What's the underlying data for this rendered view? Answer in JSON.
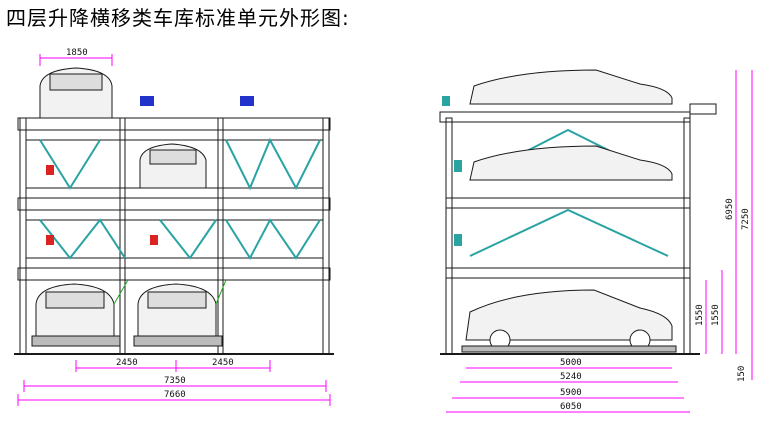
{
  "title": "四层升降横移类车库标准单元外形图:",
  "colors": {
    "frame": "#1a1a1a",
    "brace": "#2aa3a3",
    "cyan_detail": "#00a8b8",
    "dimension": "#ff00ff",
    "blue_motor": "#2233cc",
    "red_part": "#dd2222",
    "green_line": "#22aa22"
  },
  "front_view": {
    "dims": {
      "car_width": "1850",
      "spacing_left": "2450",
      "spacing_right": "2450",
      "inner_width": "7350",
      "total_width": "7660"
    }
  },
  "side_view": {
    "dims": {
      "height_total": "7250",
      "height_inner": "6950",
      "height_a": "1550",
      "height_b": "1550",
      "base": "150",
      "len_5000": "5000",
      "len_5240": "5240",
      "len_5900": "5900",
      "len_6050": "6050"
    }
  }
}
